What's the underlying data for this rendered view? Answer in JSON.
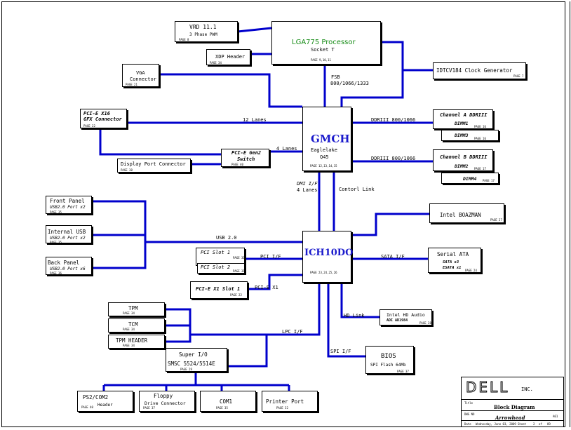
{
  "processor": {
    "title": "LGA775 Processor",
    "sub": "Socket T",
    "page": "PAGE 9,10,11"
  },
  "vrd": {
    "title": "VRD 11.1",
    "sub": "3 Phase PWM",
    "page": "PAGE 8"
  },
  "xdp": {
    "title": "XDP Header",
    "page": "PAGE 34"
  },
  "vga": {
    "title": "VGA",
    "sub": "Connector",
    "page": "PAGE 21"
  },
  "clock": {
    "title": "IDTCV184 Clock Generator",
    "page": "PAGE 7"
  },
  "pcie16": {
    "title": "PCI-E X16",
    "sub": "GFX Connector",
    "page": "PAGE 22"
  },
  "gen2": {
    "title": "PCI-E Gen2",
    "sub": "Switch",
    "page": "PAGE 40"
  },
  "dp": {
    "title": "Display Port Connector",
    "page": "PAGE 30"
  },
  "gmch": {
    "title": "GMCH",
    "sub1": "Eaglelake",
    "sub2": "Q45",
    "page": "PAGE 12,13,14,15"
  },
  "chanA": {
    "title": "Channel A DDRIII",
    "d1": "DIMM1",
    "d3": "DIMM3",
    "p1": "PAGE 16",
    "p3": "PAGE 16"
  },
  "chanB": {
    "title": "Channel B DDRIII",
    "d2": "DIMM2",
    "d4": "DIMM4",
    "p2": "PAGE 17",
    "p4": "PAGE 17"
  },
  "ich": {
    "title": "ICH10DO",
    "page": "PAGE 23,24,25,26"
  },
  "boazman": {
    "title": "Intel BOAZMAN",
    "page": "PAGE 27"
  },
  "sata": {
    "title": "Serial ATA",
    "l1": "SATA x3",
    "l2": "ESATA x1",
    "page": "PAGE 24"
  },
  "front": {
    "title": "Front Panel",
    "sub": "USB2.0 Port x2",
    "page": "PAGE 35"
  },
  "internal": {
    "title": "Internal USB",
    "sub": "USB2.0 Port x2",
    "page": "PAGE 35"
  },
  "back": {
    "title": "Back Panel",
    "sub": "USB2.0 Port x6",
    "page": "PAGE 36"
  },
  "pci": {
    "s1": "PCI Slot 1",
    "s2": "PCI Slot 2",
    "p1": "PAGE 31",
    "p2": "PAGE 31"
  },
  "pcie1": {
    "title": "PCI-E X1 Slot 1",
    "page": "PAGE 22"
  },
  "audio": {
    "title": "Intel HD Audio",
    "sub": "ADI AD1984",
    "page": "PAGE 28"
  },
  "bios": {
    "title": "BIOS",
    "sub": "SPI Flash 64Mb",
    "page": "PAGE 37"
  },
  "tpm": {
    "title": "TPM",
    "page": "PAGE 34"
  },
  "tcm": {
    "title": "TCM",
    "page": "PAGE 34"
  },
  "tpmh": {
    "title": "TPM HEADER",
    "page": "PAGE 34"
  },
  "sio": {
    "title": "Super I/O",
    "sub": "SMSC 5524/5514E",
    "page": "PAGE 29"
  },
  "ps2": {
    "title": "PS2/COM2",
    "sub": "Header",
    "page": "PAGE 40"
  },
  "floppy": {
    "title": "Floppy",
    "sub": "Drive Connector",
    "page": "PAGE 37"
  },
  "com1": {
    "title": "COM1",
    "page": "PAGE 35"
  },
  "printer": {
    "title": "Printer Port",
    "page": "PAGE 32"
  },
  "buses": {
    "fsb": "FSB",
    "fsbspeed": "800/1066/1333",
    "lanes12": "12 Lanes",
    "lanes4": "4 Lanes",
    "ddrA": "DDRIII 800/1066",
    "ddrB": "DDRIII 800/1066",
    "dmi1": "DMI I/F",
    "dmi2": "4 Lanes",
    "control": "Contorl Link",
    "usb": "USB 2.0",
    "pcif": "PCI I/F",
    "pcie": "PCI-E X1",
    "sataif": "SATA I/F",
    "hd": "HD Link",
    "lpc": "LPC I/F",
    "spi": "SPI I/F"
  },
  "titleblock": {
    "company": "DELL",
    "inc": "INC.",
    "title_label": "Title",
    "title": "Block Diagram",
    "dwg_label": "DWG NO",
    "dwg": "Arrowhead",
    "rev": "A01",
    "date_label": "Date",
    "date": "Wednesday, June 03, 2009",
    "sheet_label": "Sheet",
    "sheet": "2",
    "of": "of",
    "total": "89"
  }
}
